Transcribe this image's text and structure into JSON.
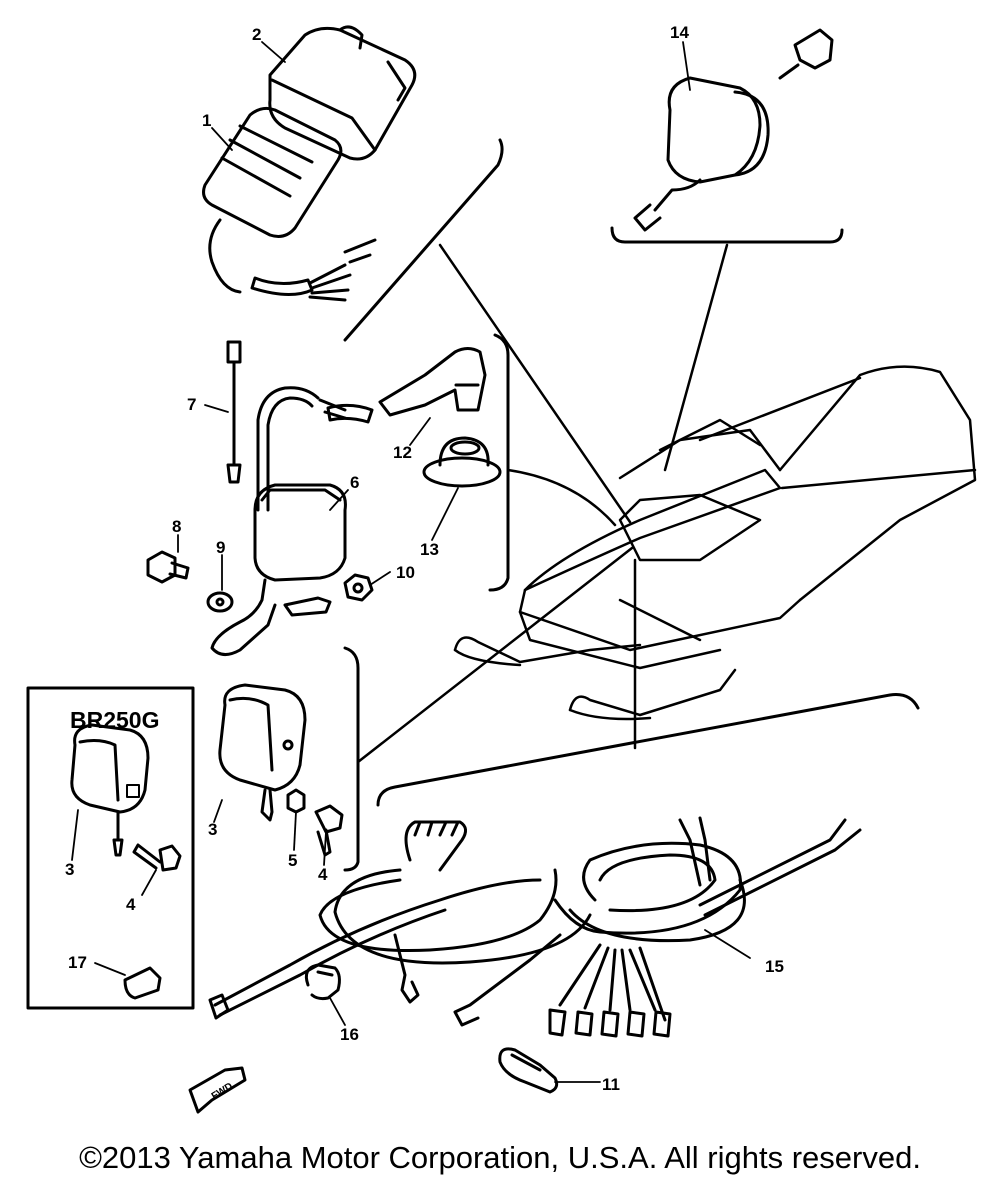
{
  "model_label": "BR250G",
  "fwd_label": "FWD",
  "copyright": "©2013 Yamaha Motor Corporation, U.S.A. All rights reserved.",
  "callouts": {
    "c1": "1",
    "c2": "2",
    "c3a": "3",
    "c3b": "3",
    "c4a": "4",
    "c4b": "4",
    "c5": "5",
    "c6": "6",
    "c7": "7",
    "c8": "8",
    "c9": "9",
    "c10": "10",
    "c11": "11",
    "c12": "12",
    "c13": "13",
    "c14": "14",
    "c15": "15",
    "c16": "16",
    "c17": "17"
  }
}
